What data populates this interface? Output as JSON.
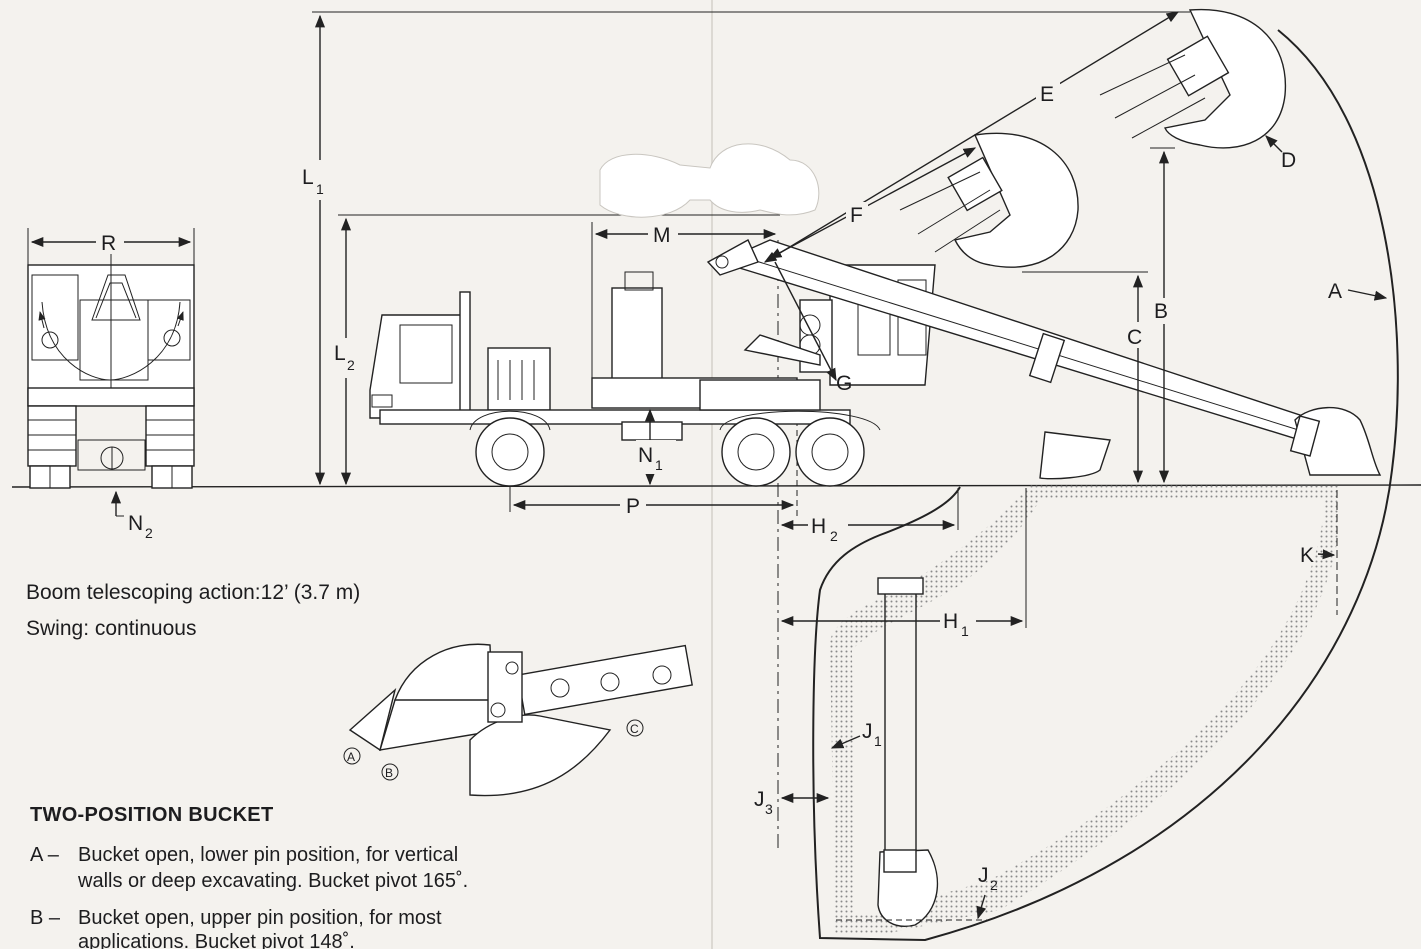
{
  "labels": {
    "R": "R",
    "L": "L",
    "L1": "1",
    "L2": "2",
    "M": "M",
    "N": "N",
    "N1": "1",
    "N2": "2",
    "P": "P",
    "E": "E",
    "F": "F",
    "D": "D",
    "A": "A",
    "B": "B",
    "C": "C",
    "G": "G",
    "H": "H",
    "H1": "1",
    "H2": "2",
    "J": "J",
    "J1": "1",
    "J2": "2",
    "J3": "3",
    "K": "K",
    "bucketA": "A",
    "bucketB": "B",
    "bucketC": "C"
  },
  "notes": {
    "telescoping": "Boom telescoping action:12’ (3.7 m)",
    "swing": "Swing: continuous"
  },
  "bucket": {
    "title": "TWO-POSITION BUCKET",
    "items": [
      {
        "key": "A –",
        "line1": "Bucket open, lower pin position, for vertical",
        "line2": "walls or deep excavating. Bucket pivot 165˚."
      },
      {
        "key": "B –",
        "line1": "Bucket open, upper pin position, for most",
        "line2": "applications. Bucket pivot 148˚."
      }
    ]
  },
  "colors": {
    "paper": "#f4f2ee",
    "ink": "#1d1d1f",
    "hatch": "#9a9a9a"
  }
}
